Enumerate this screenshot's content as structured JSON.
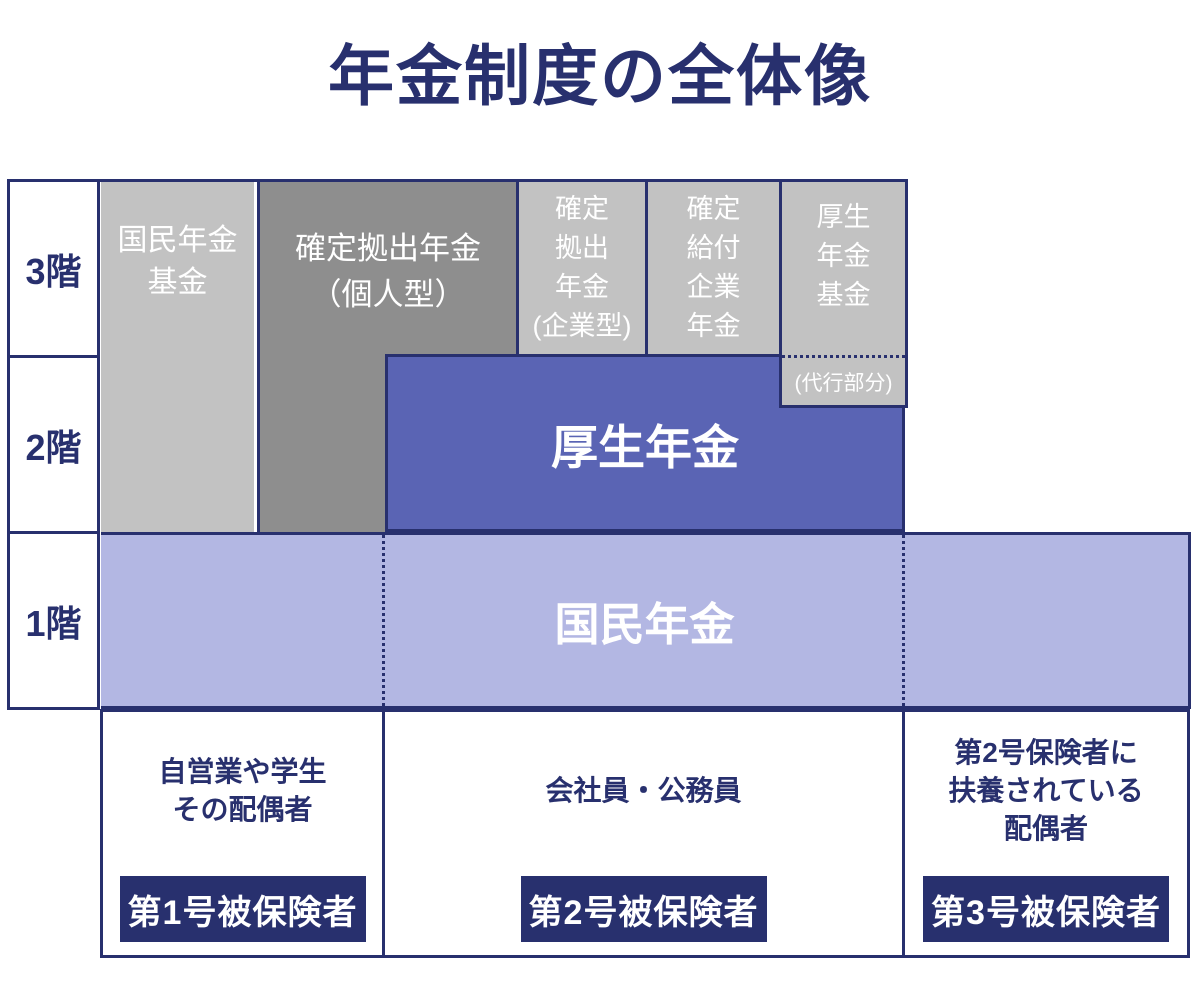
{
  "title": "年金制度の全体像",
  "colors": {
    "navy": "#28306e",
    "blue": "#5a64b4",
    "light_blue": "#b3b7e3",
    "light_gray": "#c2c2c2",
    "dark_gray": "#8e8e8e",
    "white_text": "#ffffff"
  },
  "floors": [
    {
      "label": "3階"
    },
    {
      "label": "2階"
    },
    {
      "label": "1階"
    }
  ],
  "boxes": {
    "kokumin_nenkin_kikin": {
      "name": "国民年金基金",
      "lines": [
        "国民年金",
        "基金"
      ]
    },
    "kakutei_kyoshutsu_kojin": {
      "name": "確定拠出年金（個人型）",
      "lines": [
        "確定拠出年金",
        "（個人型）"
      ]
    },
    "kakutei_kyoshutsu_kigyo": {
      "name": "確定拠出年金(企業型)",
      "lines": [
        "確定",
        "拠出",
        "年金",
        "(企業型)"
      ]
    },
    "kakutei_kyufu_kigyo": {
      "name": "確定給付企業年金",
      "lines": [
        "確定",
        "給付",
        "企業",
        "年金"
      ]
    },
    "kosei_nenkin_kikin": {
      "name": "厚生年金基金",
      "lines": [
        "厚生",
        "年金",
        "基金"
      ],
      "sub": "(代行部分)"
    },
    "kosei_nenkin": {
      "label": "厚生年金"
    },
    "kokumin_nenkin": {
      "label": "国民年金"
    }
  },
  "categories": [
    {
      "desc_lines": [
        "自営業や学生",
        "その配偶者"
      ],
      "badge": "第1号被保険者"
    },
    {
      "desc_lines": [
        "会社員・公務員"
      ],
      "badge": "第2号被保険者"
    },
    {
      "desc_lines": [
        "第2号保険者に",
        "扶養されている",
        "配偶者"
      ],
      "badge": "第3号被保険者"
    }
  ]
}
